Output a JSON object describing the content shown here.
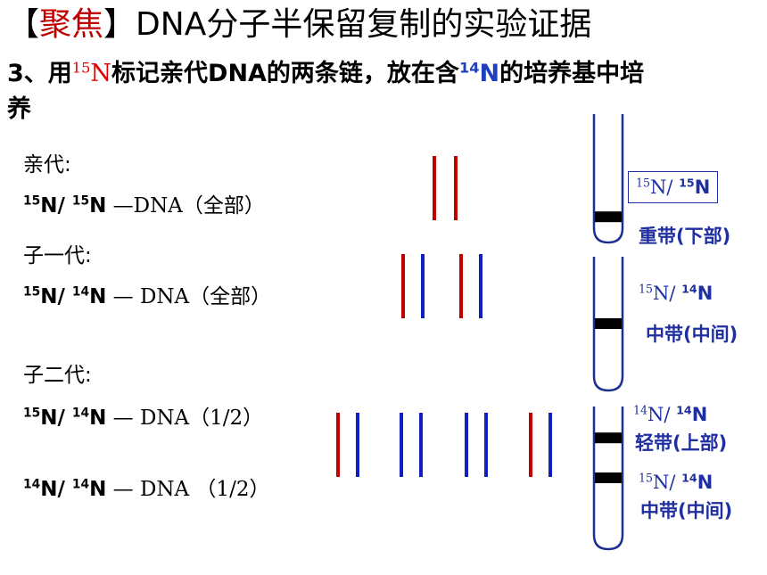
{
  "title": {
    "bracket_open": "【",
    "bracket_word": "聚焦",
    "bracket_close": "】",
    "text": "DNA分子半保留复制的实验证据"
  },
  "subtitle": {
    "prefix": "3、用",
    "iso_red_sup": "15",
    "iso_red_N": "N",
    "middle": "标记亲代DNA的两条链，放在含",
    "iso_blue_sup": "14",
    "iso_blue_N": "N",
    "suffix": "的培养基中培",
    "line2": "养"
  },
  "generations": [
    {
      "name": "亲代:",
      "formula": {
        "a_sup": "15",
        "a": "N/ ",
        "b_sup": "15",
        "b": "N",
        "tail": " —DNA（全部）"
      }
    },
    {
      "name": "子一代:",
      "formula": {
        "a_sup": "15",
        "a": "N/ ",
        "b_sup": "14",
        "b": "N",
        "tail": " — DNA（全部）"
      }
    },
    {
      "name": "子二代:",
      "formula1": {
        "a_sup": "15",
        "a": "N/ ",
        "b_sup": "14",
        "b": "N",
        "tail": " — DNA（1/2）"
      },
      "formula2": {
        "a_sup": "14",
        "a": "N/ ",
        "b_sup": "14",
        "b": "N",
        "tail": " — DNA （1/2）"
      }
    }
  ],
  "tubes": [
    {
      "bands": [
        {
          "level": "heavy"
        }
      ],
      "labels": [
        {
          "iso1_sup": "15",
          "iso1": "N/ ",
          "iso2_sup": "15",
          "iso2": "N",
          "band_name": "重带(下部)"
        }
      ]
    },
    {
      "bands": [
        {
          "level": "middle"
        }
      ],
      "labels": [
        {
          "iso1_sup": "15",
          "iso1": "N/ ",
          "iso2_sup": "14",
          "iso2": "N",
          "band_name": "中带(中间)"
        }
      ]
    },
    {
      "bands": [
        {
          "level": "light"
        },
        {
          "level": "middle"
        }
      ],
      "labels": [
        {
          "iso1_sup": "14",
          "iso1": "N/ ",
          "iso2_sup": "14",
          "iso2": "N",
          "band_name": "轻带(上部)"
        },
        {
          "iso1_sup": "15",
          "iso1": "N/ ",
          "iso2_sup": "14",
          "iso2": "N",
          "band_name": "中带(中间)"
        }
      ]
    }
  ],
  "strands": {
    "parent": [
      "red",
      "red"
    ],
    "gen1": [
      "red",
      "blue",
      "red",
      "blue"
    ],
    "gen2": [
      "red",
      "blue",
      "blue",
      "blue",
      "blue",
      "blue",
      "red",
      "blue"
    ]
  },
  "colors": {
    "heavy_strand": "#c00000",
    "light_strand": "#1020c0",
    "tube_outline": "#1f2f8f",
    "band": "#000000"
  }
}
